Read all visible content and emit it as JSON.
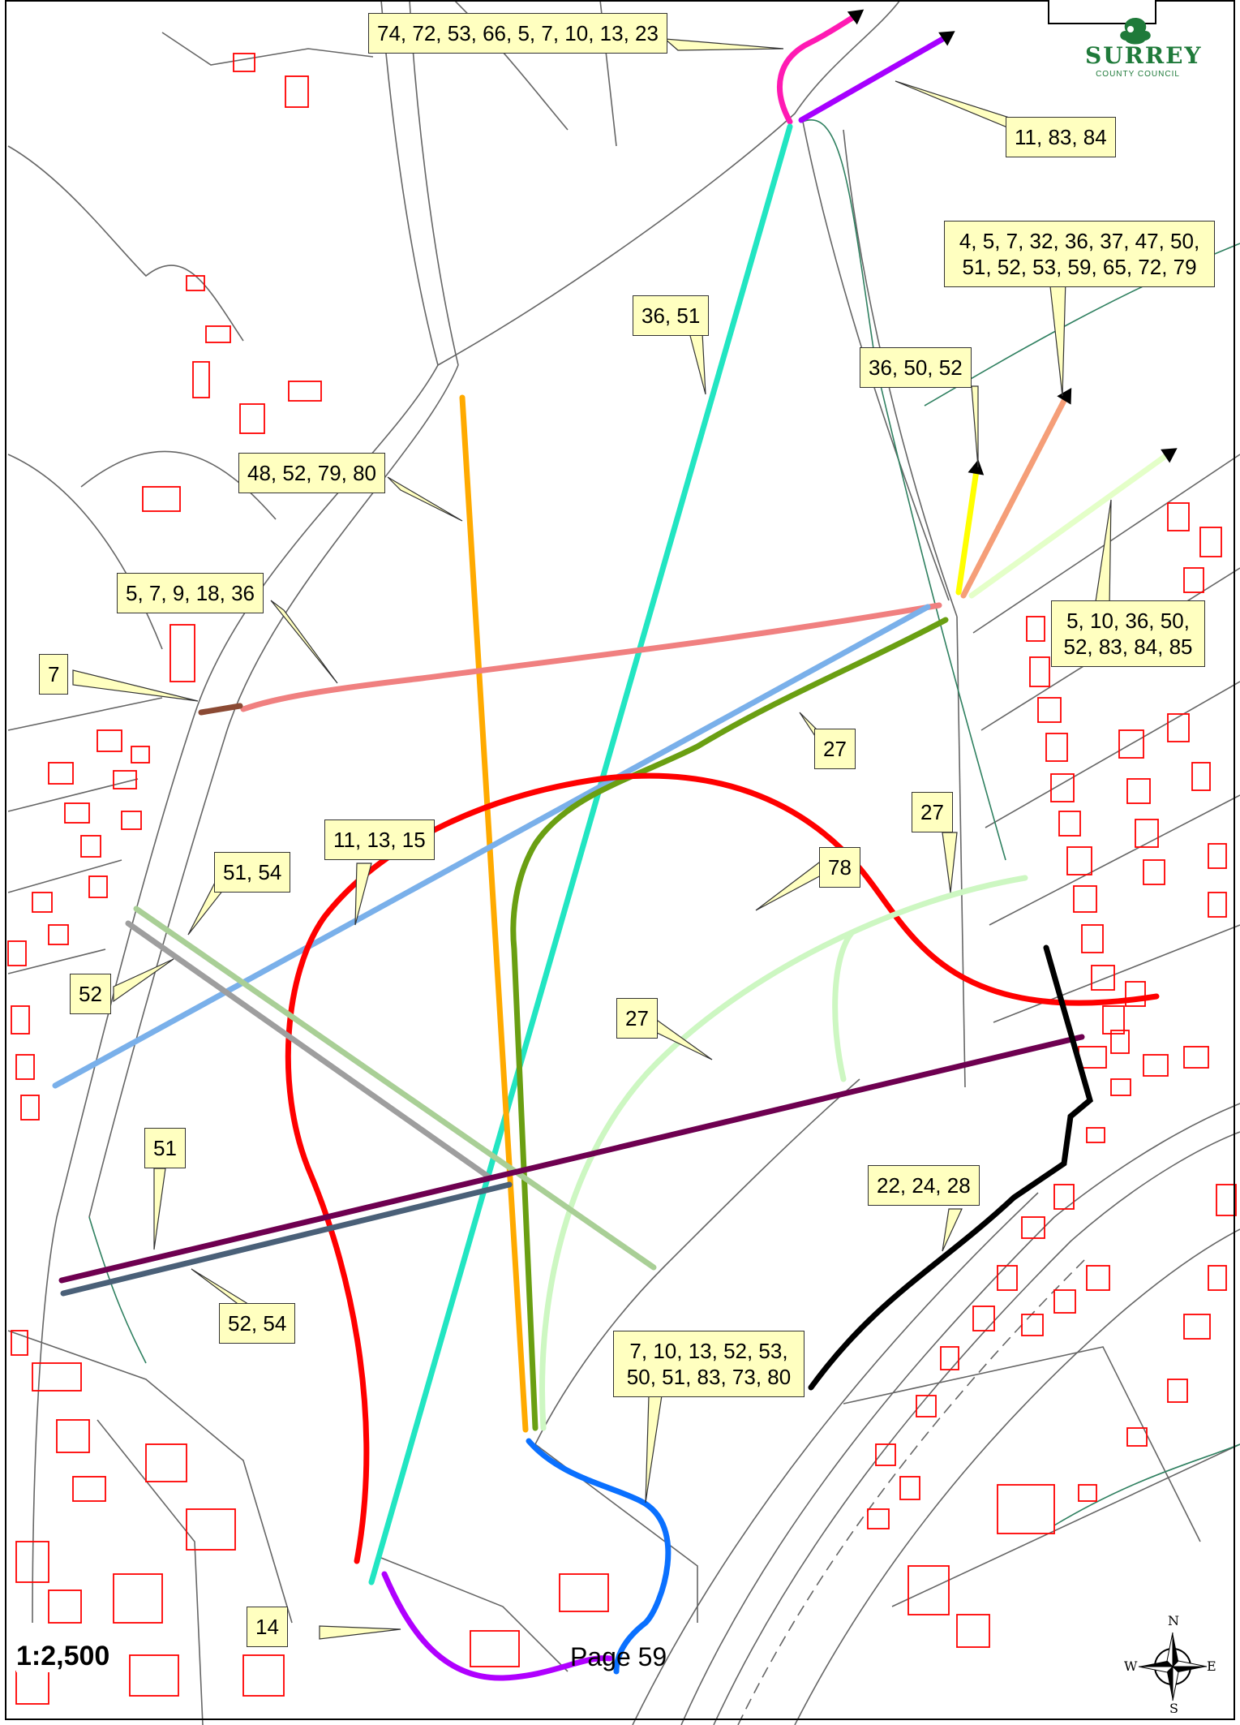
{
  "page": {
    "scale": "1:2,500",
    "page_label": "Page 59"
  },
  "logo": {
    "name": "SURREY",
    "sub": "COUNTY COUNCIL",
    "color": "#1f7a3a"
  },
  "compass": {
    "n": "N",
    "s": "S",
    "e": "E",
    "w": "W"
  },
  "callouts": [
    {
      "text": "74, 72, 53, 66, 5, 7, 10, 13, 23"
    },
    {
      "text": "11, 83, 84"
    },
    {
      "text": "4, 5, 7, 32, 36, 37, 47, 50,\n51, 52, 53, 59, 65, 72, 79"
    },
    {
      "text": "36, 51"
    },
    {
      "text": "36, 50, 52"
    },
    {
      "text": "48, 52, 79, 80"
    },
    {
      "text": "5, 7, 9, 18, 36"
    },
    {
      "text": "7"
    },
    {
      "text": "5, 10, 36, 50,\n52, 83, 84, 85"
    },
    {
      "text": "27"
    },
    {
      "text": "27"
    },
    {
      "text": "11, 13, 15"
    },
    {
      "text": "51, 54"
    },
    {
      "text": "78"
    },
    {
      "text": "52"
    },
    {
      "text": "27"
    },
    {
      "text": "51"
    },
    {
      "text": "22, 24, 28"
    },
    {
      "text": "52, 54"
    },
    {
      "text": "7, 10, 13, 52, 53,\n50, 51, 83, 73, 80"
    },
    {
      "text": "14"
    }
  ],
  "route_colors": {
    "magenta": "#ff1ab3",
    "purple": "#a600ff",
    "cyan": "#22e5c2",
    "peach": "#f59e78",
    "yellow": "#ffff00",
    "palegreen": "#e4ffc8",
    "orange": "#ffaa00",
    "salmon": "#f08080",
    "brown": "#8b4a34",
    "skyblue": "#7ab0ea",
    "olive": "#6a9f12",
    "red": "#ff0000",
    "lightgreen": "#cdf7c2",
    "sage": "#a9cf96",
    "grey": "#9e9e9e",
    "plum": "#6e0050",
    "slate": "#4a6078",
    "black": "#000000",
    "blue": "#0a70ff",
    "violet": "#b000ff"
  },
  "base_colors": {
    "building": "#ff0000",
    "line": "#666666",
    "boundary": "#2f8060"
  }
}
